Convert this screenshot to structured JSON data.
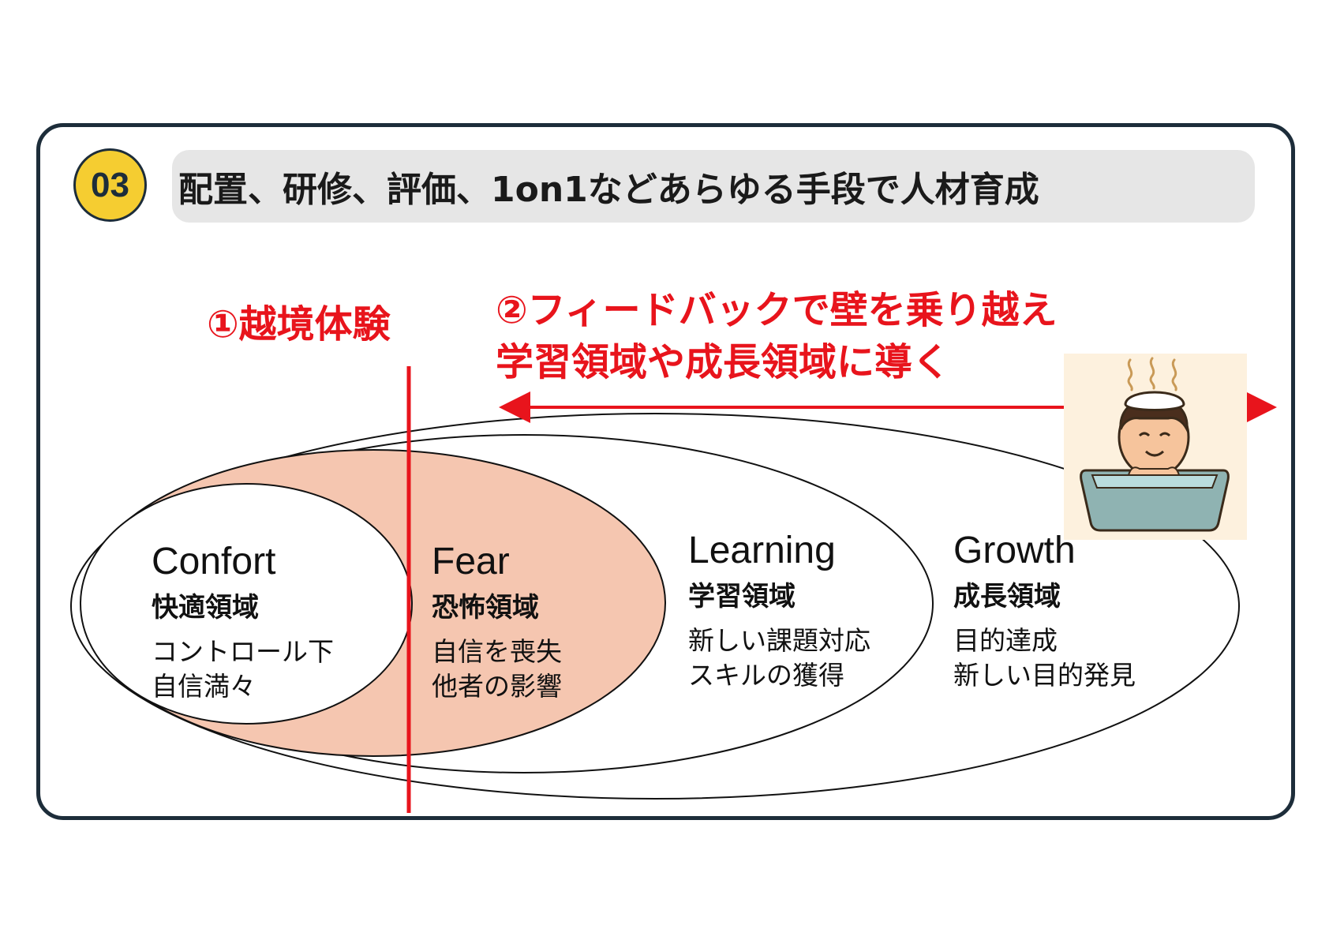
{
  "header": {
    "badge_number": "03",
    "title": "配置、研修、評価、1on1などあらゆる手段で人材育成"
  },
  "annotations": {
    "step1": "①越境体験",
    "step2_line1": "②フィードバックで壁を乗り越え",
    "step2_line2": "学習領域や成長領域に導く"
  },
  "zones": {
    "comfort": {
      "title": "Confort",
      "subtitle": "快適領域",
      "desc1": "コントロール下",
      "desc2": "自信満々"
    },
    "fear": {
      "title": "Fear",
      "subtitle": "恐怖領域",
      "desc1": "自信を喪失",
      "desc2": "他者の影響"
    },
    "learning": {
      "title": "Learning",
      "subtitle": "学習領域",
      "desc1": "新しい課題対応",
      "desc2": "スキルの獲得"
    },
    "growth": {
      "title": "Growth",
      "subtitle": "成長領域",
      "desc1": "目的達成",
      "desc2": "新しい目的発見"
    }
  },
  "colors": {
    "accent_red": "#e8141c",
    "fear_fill": "#f5c6b0",
    "badge_yellow": "#f5cd31",
    "frame_navy": "#1d2d3a",
    "title_bar_gray": "#e6e6e6"
  },
  "illustration": {
    "icon": "person-in-bathtub-icon"
  }
}
